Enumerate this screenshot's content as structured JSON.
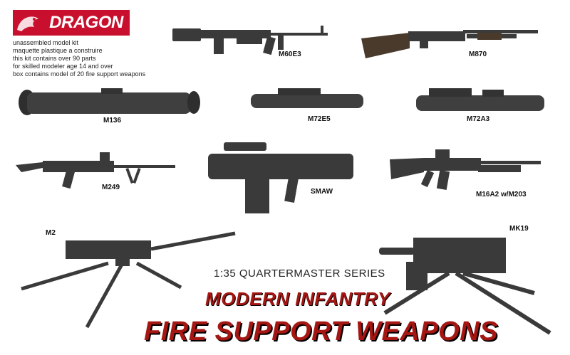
{
  "brand": {
    "name": "DRAGON"
  },
  "info_lines": [
    "unassembled model kit",
    "maquette plastique a construire",
    "this kit contains over 90 parts",
    "for skilled modeler age 14 and over",
    "box contains model of 20 fire support weapons"
  ],
  "weapons": {
    "m60e3": "M60E3",
    "m870": "M870",
    "m136": "M136",
    "m72e5": "M72E5",
    "m72a3": "M72A3",
    "m249": "M249",
    "smaw": "SMAW",
    "m16a2": "M16A2 w/M203",
    "m2": "M2",
    "mk19": "MK19"
  },
  "series": "1:35 QUARTERMASTER SERIES",
  "title_line1": "MODERN INFANTRY",
  "title_line2": "FIRE SUPPORT WEAPONS",
  "colors": {
    "brand_red": "#c8102e",
    "title_red": "#a51613",
    "metal": "#3a3a3a",
    "wood": "#4a3a2c"
  }
}
